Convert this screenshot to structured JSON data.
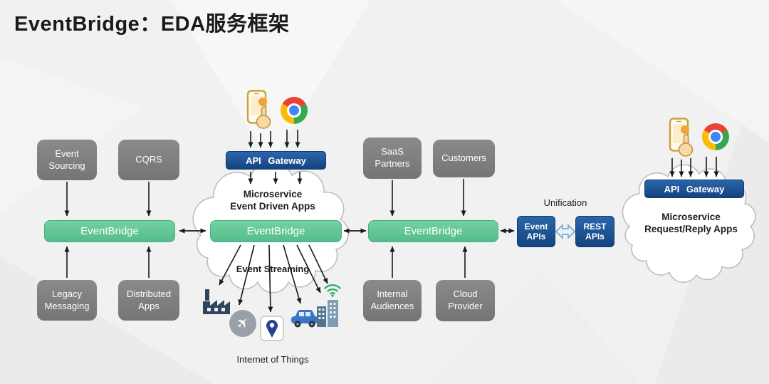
{
  "title": "EventBridge：EDA服务框架",
  "colors": {
    "background": "#f1f1f1",
    "gray_box": "#7d7d7d",
    "green_bar": "#5ec795",
    "dark_blue_bar": "#174a85",
    "arrow": "#1a1a1a",
    "cloud_stroke": "#bbbbbb"
  },
  "left_group": {
    "top_boxes": [
      {
        "label": "Event Sourcing"
      },
      {
        "label": "CQRS"
      }
    ],
    "bus_label": "EventBridge",
    "bottom_boxes": [
      {
        "label": "Legacy Messaging"
      },
      {
        "label": "Distributed Apps"
      }
    ]
  },
  "middle_group": {
    "api_gateway_label": "API Gateway",
    "cloud_line1": "Microservice",
    "cloud_line2": "Event Driven Apps",
    "bus_label": "EventBridge",
    "event_streaming_label": "Event Streaming",
    "iot_label": "Internet of Things"
  },
  "right_middle_group": {
    "top_boxes": [
      {
        "label": "SaaS Partners"
      },
      {
        "label": "Customers"
      }
    ],
    "bus_label": "EventBridge",
    "bottom_boxes": [
      {
        "label": "Internal Audiences"
      },
      {
        "label": "Cloud Provider"
      }
    ]
  },
  "unification": {
    "label": "Unification",
    "left_api_label": "Event APIs",
    "right_api_label": "REST APIs"
  },
  "right_group": {
    "api_gateway_label": "API Gateway",
    "cloud_line1": "Microservice",
    "cloud_line2": "Request/Reply Apps"
  },
  "icons": {
    "airplane_glyph": "✈"
  }
}
